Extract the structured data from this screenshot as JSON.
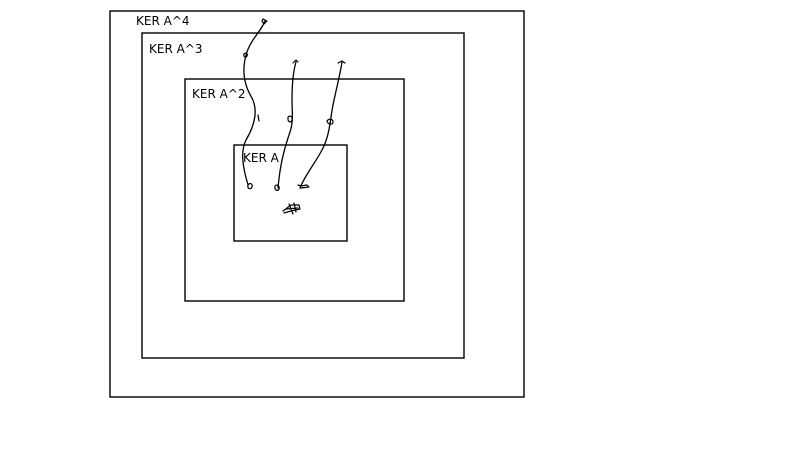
{
  "diagram": {
    "boxes": [
      {
        "id": "ker-a4",
        "label": "KER A^4"
      },
      {
        "id": "ker-a3",
        "label": "KER A^3"
      },
      {
        "id": "ker-a2",
        "label": "KER A^2"
      },
      {
        "id": "ker-a",
        "label": "KER A"
      }
    ],
    "stroke_color": "#000000",
    "background_color": "#ffffff"
  }
}
